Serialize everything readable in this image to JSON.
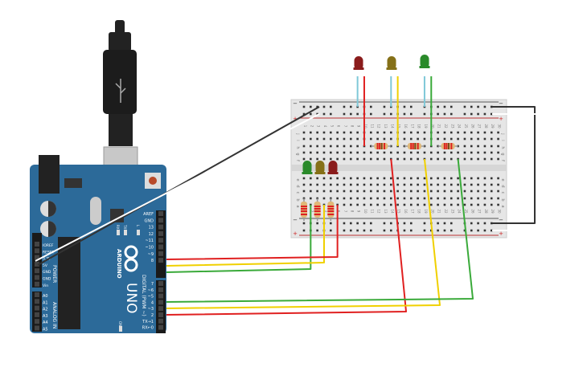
{
  "arduino": {
    "brand": "ARDUINO",
    "model": "UNO",
    "digital_header_label": "DIGITAL (PWM ~)",
    "power_header_label": "POWER",
    "analog_header_label": "ANALOG IN",
    "power_pins": [
      "IOREF",
      "RESET",
      "3.3V",
      "5V",
      "GND",
      "GND",
      "Vin"
    ],
    "analog_pins": [
      "A0",
      "A1",
      "A2",
      "A3",
      "A4",
      "A5"
    ],
    "digital_pins": [
      "AREF",
      "GND",
      "13",
      "12",
      "~11",
      "~10",
      "~9",
      "8",
      "7",
      "~6",
      "~5",
      "4",
      "~3",
      "2",
      "TX→1",
      "RX←0"
    ],
    "leds": [
      "RX",
      "TX",
      "L",
      "ON"
    ],
    "board_color": "#2c6a99"
  },
  "breadboard": {
    "row_letters_top": [
      "j",
      "i",
      "h",
      "g",
      "f"
    ],
    "row_letters_bottom": [
      "e",
      "d",
      "c",
      "b",
      "a"
    ],
    "column_count": 30,
    "rail_minus": "−",
    "rail_plus": "+"
  },
  "wire_colors": {
    "red": "#e02020",
    "yellow": "#f0d000",
    "green": "#3aaa3a",
    "black": "#333333",
    "white": "#ffffff",
    "led_leg": "#7fc8d8"
  },
  "led_colors": {
    "red": "#8a1c1c",
    "yellow": "#857018",
    "green": "#2a8a2a"
  }
}
